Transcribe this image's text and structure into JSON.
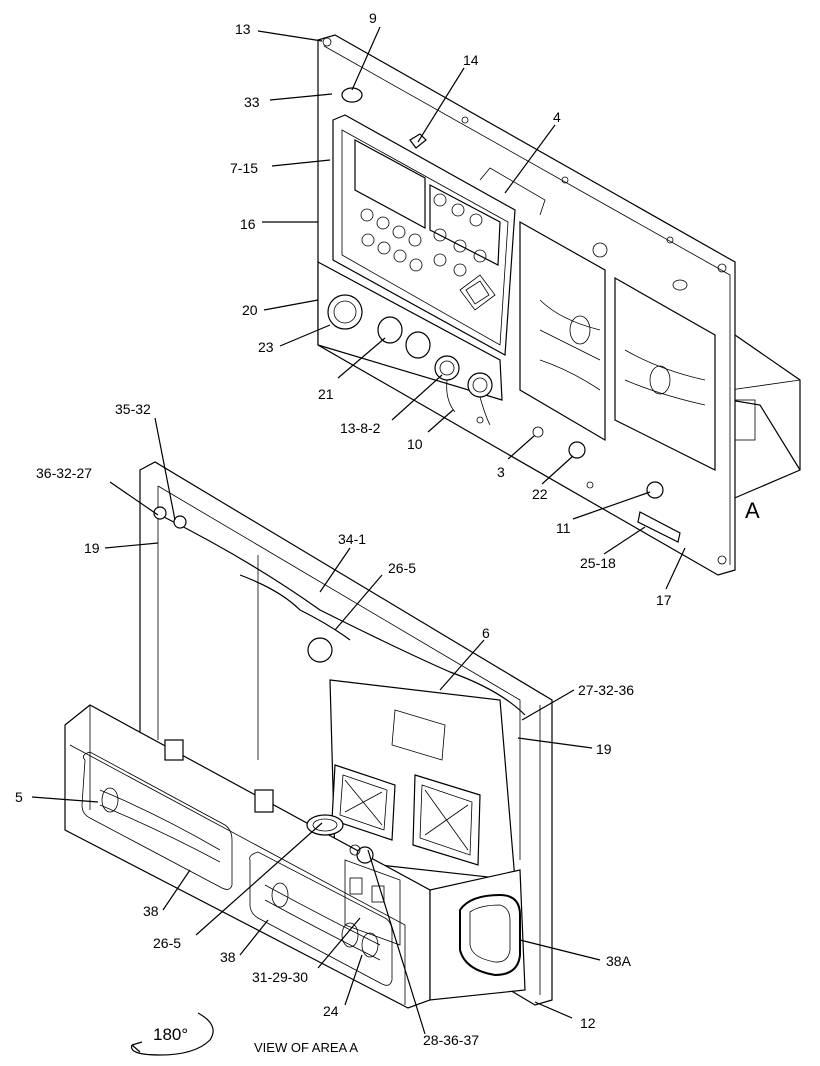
{
  "callouts": {
    "c13": "13",
    "c9": "9",
    "c33": "33",
    "c14": "14",
    "c4": "4",
    "c7_15": "7-15",
    "c16": "16",
    "c20": "20",
    "c23": "23",
    "c21": "21",
    "c13_8_2": "13-8-2",
    "c10": "10",
    "c3": "3",
    "c22": "22",
    "c11": "11",
    "c25_18": "25-18",
    "c17": "17",
    "c35_32": "35-32",
    "c36_32_27": "36-32-27",
    "c19_left": "19",
    "c34_1": "34-1",
    "c26_5_top": "26-5",
    "c6": "6",
    "c27_32_36": "27-32-36",
    "c19_right": "19",
    "c5": "5",
    "c38_a": "38",
    "c26_5_bottom": "26-5",
    "c38_b": "38",
    "c31_29_30": "31-29-30",
    "c24": "24",
    "c28_36_37": "28-36-37",
    "c38A": "38A",
    "c12": "12"
  },
  "area_marker": "A",
  "rotation_label": "180°",
  "view_caption": "VIEW OF AREA  A"
}
